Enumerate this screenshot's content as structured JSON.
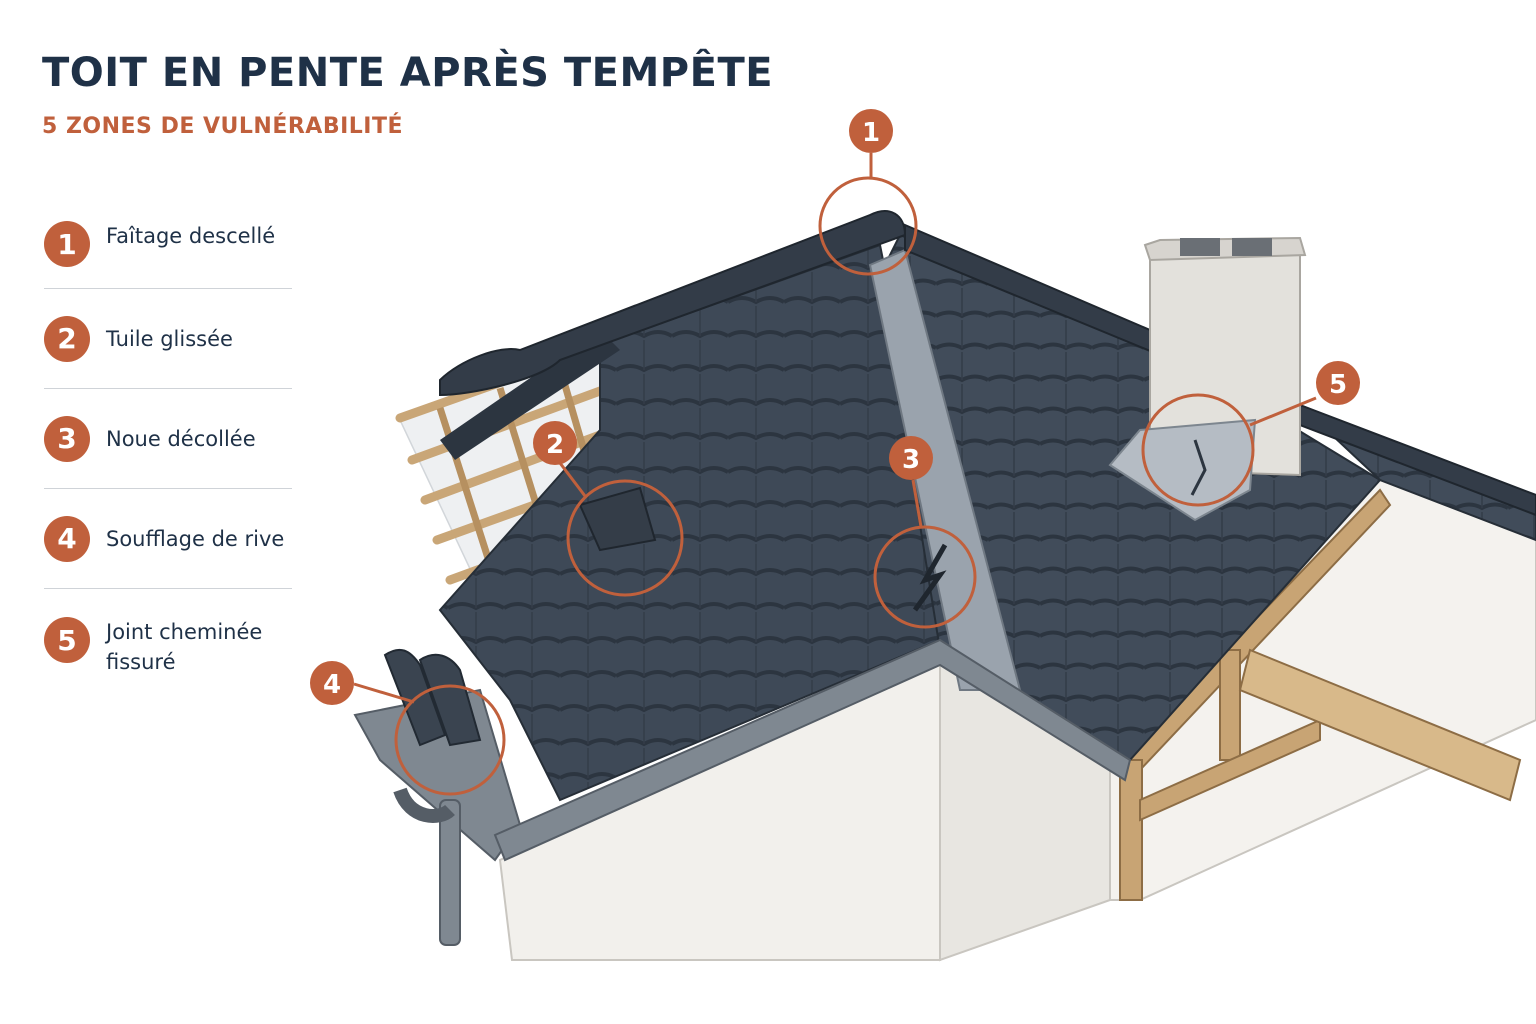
{
  "title": "TOIT EN PENTE APRÈS TEMPÊTE",
  "subtitle": "5 ZONES DE VULNÉRABILITÉ",
  "legend": [
    {
      "number": "1",
      "label": "Faîtage descellé"
    },
    {
      "number": "2",
      "label": "Tuile glissée"
    },
    {
      "number": "3",
      "label": "Noue décollée"
    },
    {
      "number": "4",
      "label": "Soufflage de rive"
    },
    {
      "number": "5",
      "label": "Joint cheminée fissuré"
    }
  ],
  "callouts": [
    {
      "number": "1"
    },
    {
      "number": "2"
    },
    {
      "number": "3"
    },
    {
      "number": "4"
    },
    {
      "number": "5"
    }
  ],
  "colors": {
    "accent": "#c0603c",
    "title": "#1f3147",
    "tile": "#3e4957",
    "tile_dark": "#2c3540",
    "wood": "#d6b98c",
    "flashing": "#9aa3ad",
    "wall": "#f2f0ec",
    "chimney": "#e3e1dc"
  }
}
